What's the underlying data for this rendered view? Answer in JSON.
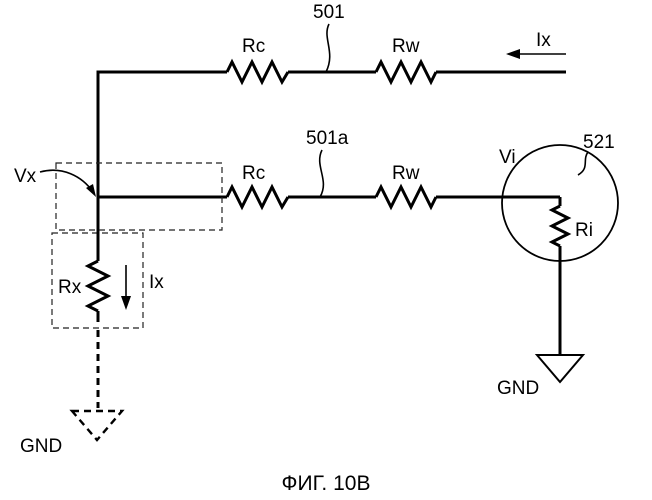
{
  "diagram": {
    "line_top": "501",
    "line_mid": "501a",
    "rc_top": "Rc",
    "rw_top": "Rw",
    "ix_top": "Ix",
    "rc_mid": "Rc",
    "rw_mid": "Rw",
    "vx": "Vx",
    "rx": "Rx",
    "ix_side": "Ix",
    "vi": "Vi",
    "ri": "Ri",
    "instrument_ref": "521",
    "gnd_right": "GND",
    "gnd_left": "GND",
    "caption": "ФИГ. 10В"
  }
}
